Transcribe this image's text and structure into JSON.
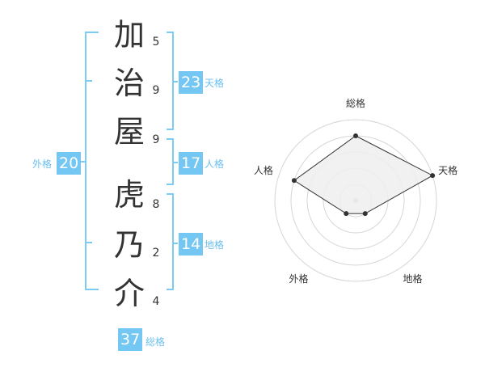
{
  "name_chars": [
    {
      "char": "加",
      "strokes": "5"
    },
    {
      "char": "治",
      "strokes": "9"
    },
    {
      "char": "屋",
      "strokes": "9"
    },
    {
      "char": "虎",
      "strokes": "8"
    },
    {
      "char": "乃",
      "strokes": "2"
    },
    {
      "char": "介",
      "strokes": "4"
    }
  ],
  "categories": {
    "tenkaku": {
      "value": "23",
      "label": "天格"
    },
    "jinkaku": {
      "value": "17",
      "label": "人格"
    },
    "chikaku": {
      "value": "14",
      "label": "地格"
    },
    "gaikaku": {
      "value": "20",
      "label": "外格"
    },
    "soukaku": {
      "value": "37",
      "label": "総格"
    }
  },
  "colors": {
    "accent": "#74c7f2",
    "bracket": "#7ccbf3",
    "text": "#333333"
  },
  "chart_data": {
    "type": "radar",
    "axes": [
      "総格",
      "天格",
      "地格",
      "外格",
      "人格"
    ],
    "values": [
      4,
      5,
      1,
      1,
      4
    ],
    "max": 5
  }
}
